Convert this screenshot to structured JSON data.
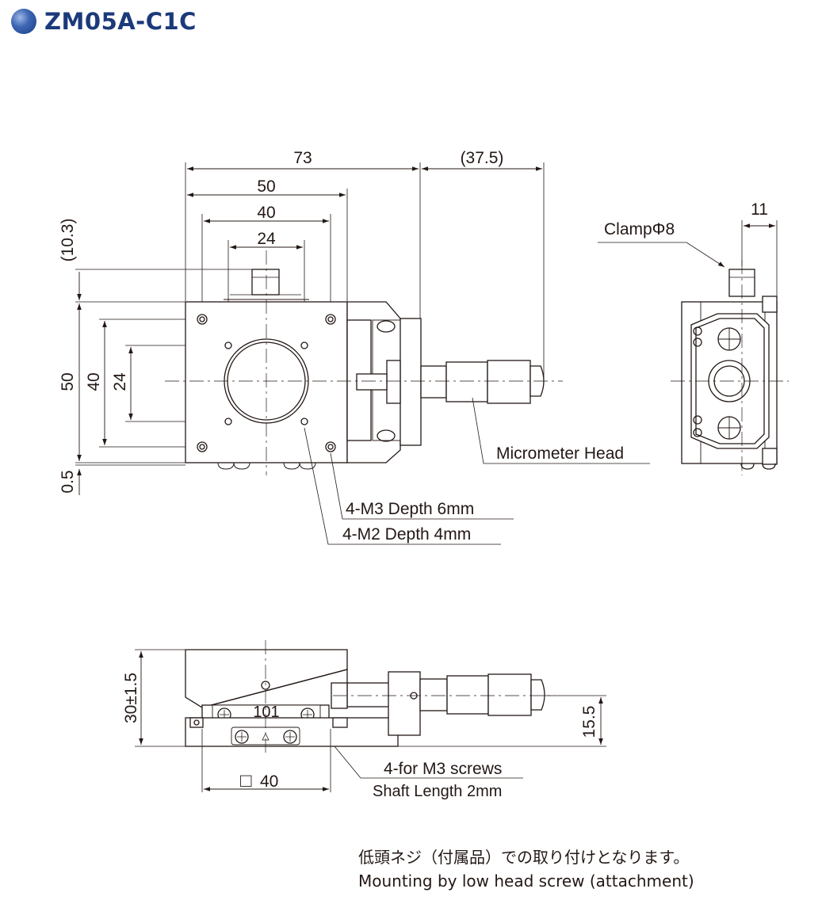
{
  "header": {
    "title": "ZM05A-C1C"
  },
  "top_view": {
    "dims": {
      "d73": "73",
      "d37_5": "(37.5)",
      "d50w": "50",
      "d40w": "40",
      "d24w": "24",
      "d10_3": "(10.3)",
      "d50h": "50",
      "d40h": "40",
      "d24h": "24",
      "d0_5": "0.5"
    },
    "labels": {
      "micrometer_head": "Micrometer Head",
      "m3_depth": "4-M3 Depth 6mm",
      "m2_depth": "4-M2 Depth 4mm"
    }
  },
  "side_view": {
    "clamp": "ClampΦ8",
    "d11": "11"
  },
  "front_view": {
    "d30": "30±1.5",
    "d15_5": "15.5",
    "scale_label": "101",
    "sq40_symbol": "□",
    "sq40_value": "40",
    "screws": "4-for M3 screws",
    "shaft": "Shaft Length 2mm"
  },
  "notes": {
    "jp": "低頭ネジ（付属品）での取り付けとなります。",
    "en": "Mounting by low head screw (attachment)"
  }
}
